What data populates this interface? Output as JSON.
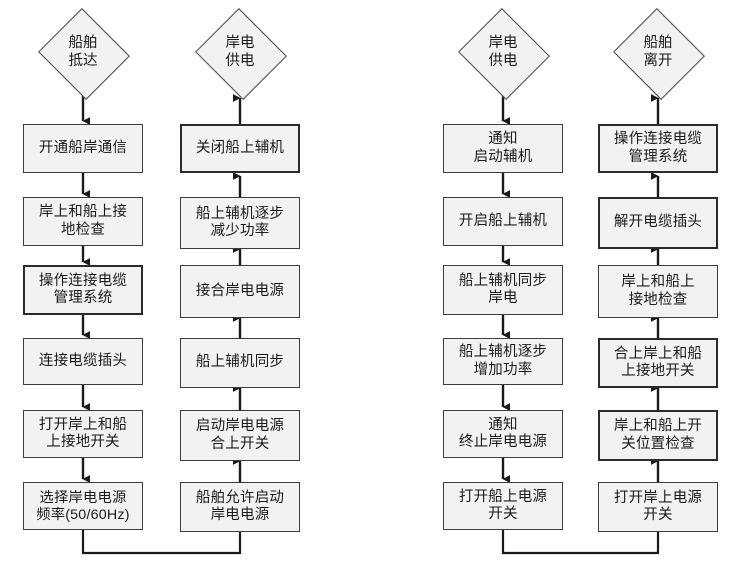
{
  "diagram": {
    "title_present": false,
    "colors": {
      "node_fill": "#f2f2f2",
      "node_border": "#3d3d3d",
      "connector": "#1a1a1a",
      "background": "#ffffff",
      "text": "#1a1a1a"
    },
    "columns": [
      {
        "id": "col-1",
        "name": "ship-arrival-connect-sequence",
        "terminator": {
          "label": "船舶\n抵达",
          "shape": "diamond",
          "flow": "down"
        },
        "flow_direction": "down",
        "steps": [
          {
            "label": "开通船岸通信"
          },
          {
            "label": "岸上和船上接\n地检查"
          },
          {
            "label": "操作连接电缆\n管理系统"
          },
          {
            "label": "连接电缆插头"
          },
          {
            "label": "打开岸上和船\n上接地开关"
          },
          {
            "label": "选择岸电电源\n频率(50/60Hz)"
          }
        ]
      },
      {
        "id": "col-2",
        "name": "shore-power-supply-transfer-sequence",
        "terminator": {
          "label": "岸电\n供电",
          "shape": "diamond",
          "flow": "up"
        },
        "flow_direction": "up",
        "steps": [
          {
            "label": "关闭船上辅机"
          },
          {
            "label": "船上辅机逐步\n减少功率"
          },
          {
            "label": "接合岸电电源"
          },
          {
            "label": "船上辅机同步"
          },
          {
            "label": "启动岸电电源\n合上开关"
          },
          {
            "label": "船舶允许启动\n岸电电源"
          }
        ]
      },
      {
        "id": "col-3",
        "name": "shore-power-to-ship-power-sequence",
        "terminator": {
          "label": "岸电\n供电",
          "shape": "diamond",
          "flow": "down"
        },
        "flow_direction": "down",
        "steps": [
          {
            "label": "通知\n启动辅机"
          },
          {
            "label": "开启船上辅机"
          },
          {
            "label": "船上辅机同步\n岸电"
          },
          {
            "label": "船上辅机逐步\n增加功率"
          },
          {
            "label": "通知\n终止岸电电源"
          },
          {
            "label": "打开船上电源\n开关"
          }
        ]
      },
      {
        "id": "col-4",
        "name": "ship-departure-disconnect-sequence",
        "terminator": {
          "label": "船舶\n离开",
          "shape": "diamond",
          "flow": "up"
        },
        "flow_direction": "up",
        "steps": [
          {
            "label": "操作连接电缆\n管理系统"
          },
          {
            "label": "解开电缆插头"
          },
          {
            "label": "岸上和船上\n接地检查"
          },
          {
            "label": "合上岸上和船\n上接地开关"
          },
          {
            "label": "岸上和船上开\n关位置检查"
          },
          {
            "label": "打开岸上电源\n开关"
          }
        ]
      }
    ],
    "cross_links": [
      {
        "name": "link-col1-to-col2",
        "from": "col-1 last step bottom",
        "to": "col-2 last step bottom"
      },
      {
        "name": "link-col3-to-col4",
        "from": "col-3 last step bottom",
        "to": "col-4 last step bottom"
      }
    ]
  }
}
